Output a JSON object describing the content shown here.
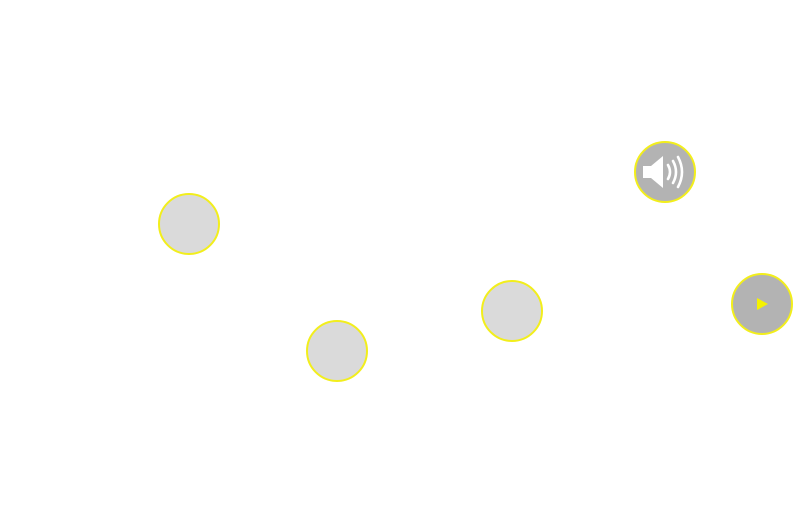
{
  "targets": [
    {
      "name": "target-circle-1"
    },
    {
      "name": "target-circle-2"
    },
    {
      "name": "target-circle-3"
    }
  ],
  "controls": {
    "sound_icon": "speaker-icon",
    "play_icon": "play-icon"
  },
  "colors": {
    "background": "#ffffff",
    "target_fill": "#dadada",
    "control_fill": "#b3b3b3",
    "outline": "#f2ee1c",
    "play_glyph": "#f5f200",
    "speaker_glyph": "#ffffff"
  }
}
